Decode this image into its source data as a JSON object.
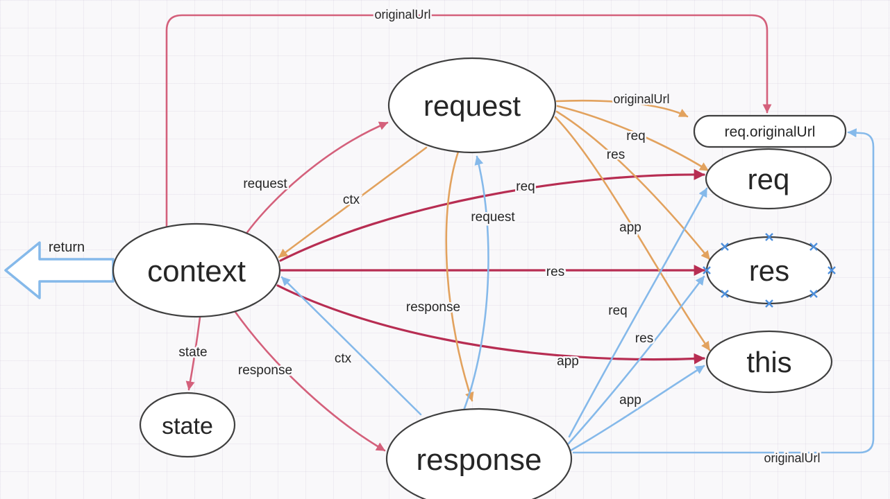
{
  "colors": {
    "rose": "#d4607b",
    "crimson": "#b72d52",
    "orange": "#e2a25e",
    "blue": "#85b9ea",
    "node": "#3f3f3f",
    "text": "#262626",
    "bg": "#f9f8fa",
    "handle": "#4d8fdc"
  },
  "nodes": {
    "request": {
      "label": "request"
    },
    "context": {
      "label": "context"
    },
    "state": {
      "label": "state"
    },
    "response": {
      "label": "response"
    },
    "req": {
      "label": "req"
    },
    "res": {
      "label": "res"
    },
    "thisNode": {
      "label": "this"
    },
    "reqOriginalUrl": {
      "label": "req.originalUrl"
    }
  },
  "return_arrow": {
    "label": "return"
  },
  "edges": {
    "from_context": {
      "originalUrl": {
        "label": "originalUrl",
        "target": "req.originalUrl"
      },
      "request": {
        "label": "request",
        "target": "request"
      },
      "req": {
        "label": "req",
        "target": "req"
      },
      "res": {
        "label": "res",
        "target": "res"
      },
      "app": {
        "label": "app",
        "target": "this"
      },
      "response": {
        "label": "response",
        "target": "response"
      },
      "state": {
        "label": "state",
        "target": "state"
      }
    },
    "from_request": {
      "ctx": {
        "label": "ctx",
        "target": "context"
      },
      "originalUrl": {
        "label": "originalUrl",
        "target": "req.originalUrl"
      },
      "req": {
        "label": "req",
        "target": "req"
      },
      "res": {
        "label": "res",
        "target": "res"
      },
      "app": {
        "label": "app",
        "target": "this"
      },
      "response": {
        "label": "response",
        "target": "response"
      }
    },
    "from_response": {
      "ctx": {
        "label": "ctx",
        "target": "context"
      },
      "request": {
        "label": "request",
        "target": "request"
      },
      "req": {
        "label": "req",
        "target": "req"
      },
      "res": {
        "label": "res",
        "target": "res"
      },
      "app": {
        "label": "app",
        "target": "this"
      },
      "originalUrl": {
        "label": "originalUrl",
        "target": "req.originalUrl"
      }
    }
  }
}
